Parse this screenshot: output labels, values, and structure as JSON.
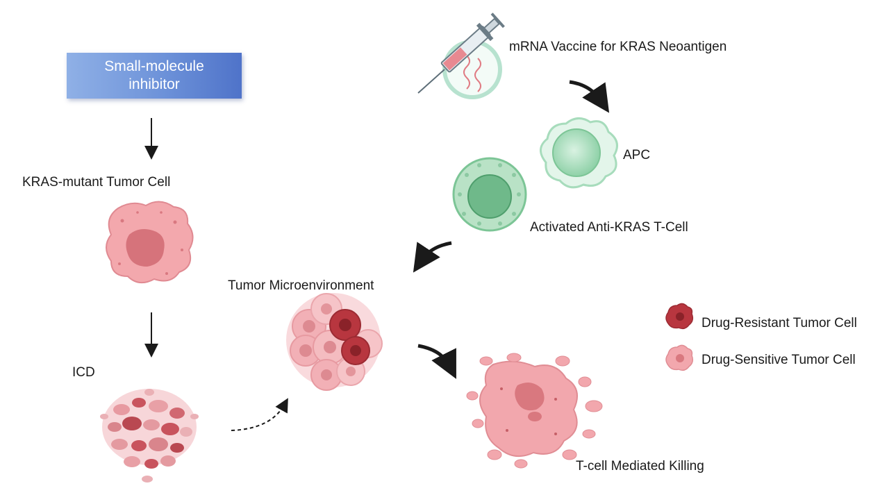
{
  "labels": {
    "inhibitor": "Small-molecule inhibitor",
    "kras_cell": "KRAS-mutant Tumor Cell",
    "icd": "ICD",
    "tme": "Tumor Microenvironment",
    "vaccine": "mRNA Vaccine for KRAS Neoantigen",
    "apc": "APC",
    "tcell": "Activated Anti-KRAS T-Cell",
    "killing": "T-cell Mediated Killing"
  },
  "legend": {
    "resistant": "Drug-Resistant Tumor Cell",
    "sensitive": "Drug-Sensitive Tumor Cell"
  },
  "colors": {
    "inhibitor_box": "#6d92d9",
    "tumor_pink": "#f0a0a6",
    "tumor_core": "#d97880",
    "resistant_red": "#b8363f",
    "tcell_green": "#9fd4b0",
    "apc_green": "#c9ead5",
    "arrow": "#1a1a1a"
  }
}
